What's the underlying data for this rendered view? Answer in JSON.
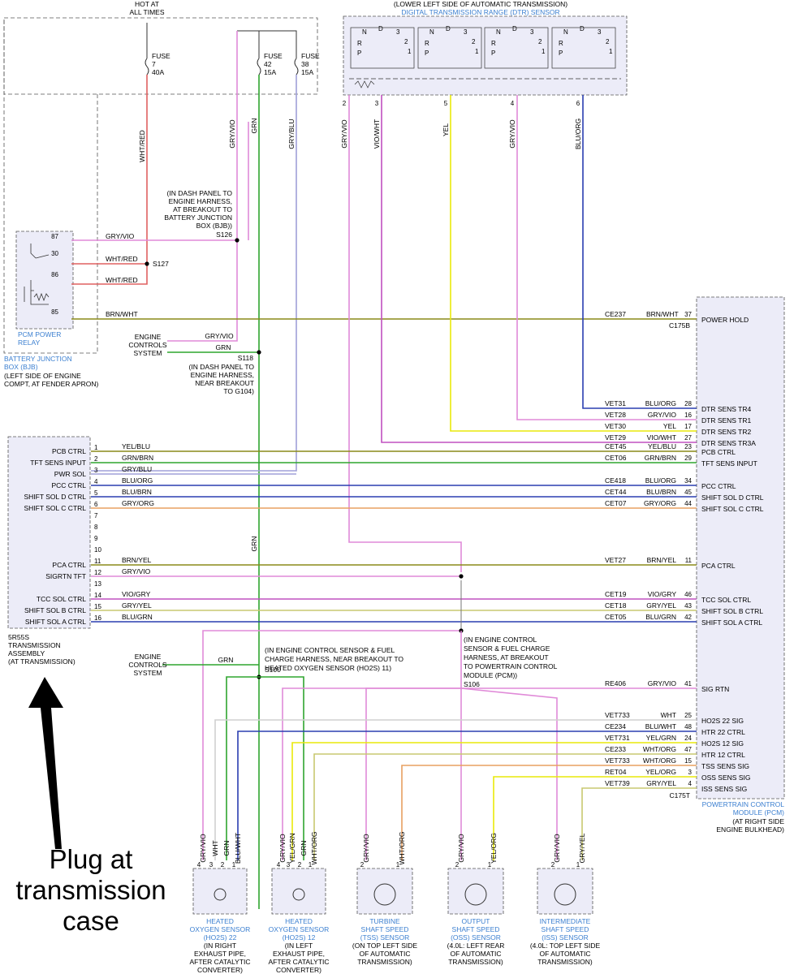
{
  "annotation": {
    "lines": [
      "Plug at",
      "transmission",
      "case"
    ]
  },
  "header": {
    "hot_at": "HOT AT",
    "all_times": "ALL TIMES",
    "dtr_location": "(LOWER LEFT SIDE OF AUTOMATIC TRANSMISSION)",
    "dtr_name": "DIGITAL TRANSMISSION RANGE (DTR) SENSOR"
  },
  "fuses": [
    {
      "label": "FUSE",
      "number": "7",
      "rating": "40A"
    },
    {
      "label": "FUSE",
      "number": "42",
      "rating": "15A"
    },
    {
      "label": "FUSE",
      "number": "38",
      "rating": "15A"
    }
  ],
  "dtr_pins": [
    "2",
    "3",
    "5",
    "4",
    "6"
  ],
  "dtr_letters": [
    "P",
    "R",
    "N",
    "D",
    "3",
    "2",
    "1"
  ],
  "top_wires": [
    "WHT/RED",
    "GRY/VIO",
    "GRN",
    "GRY/BLU",
    "GRY/VIO",
    "VIO/WHT",
    "YEL",
    "GRY/VIO",
    "BLU/ORG"
  ],
  "relay": {
    "pins": [
      "87",
      "30",
      "86",
      "85"
    ],
    "name": [
      "PCM POWER",
      "RELAY"
    ],
    "bjb": "BATTERY JUNCTION",
    "bjb2": "BOX (BJB)",
    "bjb_loc": [
      "(LEFT SIDE OF ENGINE",
      "COMPT, AT FENDER APRON)"
    ],
    "wires": [
      "GRY/VIO",
      "WHT/RED",
      "WHT/RED",
      "BRN/WHT"
    ]
  },
  "splices": {
    "s126": {
      "id": "S126",
      "note": [
        "(IN DASH PANEL TO",
        "ENGINE HARNESS,",
        "AT BREAKOUT TO",
        "BATTERY JUNCTION",
        "BOX (BJB))"
      ]
    },
    "s127": "S127",
    "s118": {
      "id": "S118",
      "note": [
        "(IN DASH PANEL TO",
        "ENGINE HARNESS,",
        "NEAR BREAKOUT",
        "TO G104)"
      ]
    },
    "s100": {
      "id": "S100",
      "note": [
        "(IN ENGINE CONTROL SENSOR & FUEL",
        "CHARGE HARNESS, NEAR BREAKOUT TO",
        "HEATED OXYGEN SENSOR (HO2S) 11)"
      ]
    },
    "s106": {
      "id": "S106",
      "note": [
        "(IN ENGINE CONTROL",
        "SENSOR & FUEL CHARGE",
        "HARNESS, AT BREAKOUT",
        "TO POWERTRAIN CONTROL",
        "MODULE (PCM))"
      ]
    }
  },
  "engine_controls": [
    "ENGINE",
    "CONTROLS",
    "SYSTEM"
  ],
  "engine_wires": [
    "GRY/VIO",
    "GRN"
  ],
  "engine_wire_lower": "GRN",
  "vertical_grn": "GRN",
  "power_hold": {
    "circuit": "CE237",
    "wire": "BRN/WHT",
    "pin": "37",
    "name": "POWER HOLD",
    "connector": "C175B"
  },
  "dtr_rows": [
    {
      "circuit": "VET31",
      "wire": "BLU/ORG",
      "pin": "28",
      "name": "DTR SENS TR4"
    },
    {
      "circuit": "VET28",
      "wire": "GRY/VIO",
      "pin": "16",
      "name": "DTR SENS TR1"
    },
    {
      "circuit": "VET30",
      "wire": "YEL",
      "pin": "17",
      "name": "DTR SENS TR2"
    },
    {
      "circuit": "VET29",
      "wire": "VIO/WHT",
      "pin": "27",
      "name": "DTR SENS TR3A"
    }
  ],
  "trans_rows": [
    {
      "tpin": "1",
      "tname": "PCB CTRL",
      "wire": "YEL/BLU",
      "circuit": "CET45",
      "pwire": "YEL/BLU",
      "ppin": "23",
      "pname": "PCB CTRL"
    },
    {
      "tpin": "2",
      "tname": "TFT SENS INPUT",
      "wire": "GRN/BRN",
      "circuit": "CET06",
      "pwire": "GRN/BRN",
      "ppin": "29",
      "pname": "TFT SENS INPUT"
    },
    {
      "tpin": "3",
      "tname": "PWR SOL",
      "wire": "GRY/BLU",
      "circuit": "",
      "pwire": "",
      "ppin": "",
      "pname": ""
    },
    {
      "tpin": "4",
      "tname": "PCC CTRL",
      "wire": "BLU/ORG",
      "circuit": "CE418",
      "pwire": "BLU/ORG",
      "ppin": "34",
      "pname": "PCC CTRL"
    },
    {
      "tpin": "5",
      "tname": "SHIFT SOL D CTRL",
      "wire": "BLU/BRN",
      "circuit": "CET44",
      "pwire": "BLU/BRN",
      "ppin": "45",
      "pname": "SHIFT SOL D CTRL"
    },
    {
      "tpin": "6",
      "tname": "SHIFT SOL C CTRL",
      "wire": "GRY/ORG",
      "circuit": "CET07",
      "pwire": "GRY/ORG",
      "ppin": "44",
      "pname": "SHIFT SOL C CTRL"
    },
    {
      "tpin": "7",
      "tname": "",
      "wire": "",
      "circuit": "",
      "pwire": "",
      "ppin": "",
      "pname": ""
    },
    {
      "tpin": "8",
      "tname": "",
      "wire": "",
      "circuit": "",
      "pwire": "",
      "ppin": "",
      "pname": ""
    },
    {
      "tpin": "9",
      "tname": "",
      "wire": "",
      "circuit": "",
      "pwire": "",
      "ppin": "",
      "pname": ""
    },
    {
      "tpin": "10",
      "tname": "",
      "wire": "",
      "circuit": "",
      "pwire": "",
      "ppin": "",
      "pname": ""
    },
    {
      "tpin": "11",
      "tname": "PCA CTRL",
      "wire": "BRN/YEL",
      "circuit": "VET27",
      "pwire": "BRN/YEL",
      "ppin": "11",
      "pname": "PCA CTRL"
    },
    {
      "tpin": "12",
      "tname": "SIGRTN TFT",
      "wire": "GRY/VIO",
      "circuit": "",
      "pwire": "",
      "ppin": "",
      "pname": ""
    },
    {
      "tpin": "13",
      "tname": "",
      "wire": "",
      "circuit": "",
      "pwire": "",
      "ppin": "",
      "pname": ""
    },
    {
      "tpin": "14",
      "tname": "TCC SOL CTRL",
      "wire": "VIO/GRY",
      "circuit": "CET19",
      "pwire": "VIO/GRY",
      "ppin": "46",
      "pname": "TCC SOL CTRL"
    },
    {
      "tpin": "15",
      "tname": "SHIFT SOL B CTRL",
      "wire": "GRY/YEL",
      "circuit": "CET18",
      "pwire": "GRY/YEL",
      "ppin": "43",
      "pname": "SHIFT SOL B CTRL"
    },
    {
      "tpin": "16",
      "tname": "SHIFT SOL A CTRL",
      "wire": "BLU/GRN",
      "circuit": "CET05",
      "pwire": "BLU/GRN",
      "ppin": "42",
      "pname": "SHIFT SOL A CTRL"
    }
  ],
  "transmission": [
    "5R55S",
    "TRANSMISSION",
    "ASSEMBLY",
    "(AT TRANSMISSION)"
  ],
  "sig_rtn": {
    "circuit": "RE406",
    "wire": "GRY/VIO",
    "pin": "41",
    "name": "SIG RTN"
  },
  "sensor_rows": [
    {
      "circuit": "VET733",
      "wire": "WHT",
      "pin": "25",
      "name": "HO2S 22 SIG"
    },
    {
      "circuit": "CE234",
      "wire": "BLU/WHT",
      "pin": "48",
      "name": "HTR 22 CTRL"
    },
    {
      "circuit": "VET731",
      "wire": "YEL/GRN",
      "pin": "24",
      "name": "HO2S 12 SIG"
    },
    {
      "circuit": "CE233",
      "wire": "WHT/ORG",
      "pin": "47",
      "name": "HTR 12 CTRL"
    },
    {
      "circuit": "VET733",
      "wire": "WHT/ORG",
      "pin": "15",
      "name": "TSS SENS SIG"
    },
    {
      "circuit": "RET04",
      "wire": "YEL/ORG",
      "pin": "3",
      "name": "OSS SENS SIG"
    },
    {
      "circuit": "VET739",
      "wire": "GRY/YEL",
      "pin": "4",
      "name": "ISS SENS SIG"
    }
  ],
  "connector_t": "C175T",
  "pcm": [
    "POWERTRAIN CONTROL",
    "MODULE (PCM)",
    "(AT RIGHT SIDE",
    "ENGINE BULKHEAD)"
  ],
  "sensors": [
    {
      "wires": [
        "GRY/VIO",
        "WHT",
        "GRN",
        "BLU/WHT"
      ],
      "pins": [
        "4",
        "3",
        "2",
        "1"
      ],
      "name": [
        "HEATED",
        "OXYGEN SENSOR",
        "(HO2S) 22"
      ],
      "loc": [
        "(IN RIGHT",
        "EXHAUST PIPE,",
        "AFTER CATALYTIC",
        "CONVERTER)"
      ]
    },
    {
      "wires": [
        "GRY/VIO",
        "YEL/GRN",
        "GRN",
        "WHT/ORG"
      ],
      "pins": [
        "4",
        "3",
        "2",
        "1"
      ],
      "name": [
        "HEATED",
        "OXYGEN SENSOR",
        "(HO2S) 12"
      ],
      "loc": [
        "(IN LEFT",
        "EXHAUST PIPE,",
        "AFTER CATALYTIC",
        "CONVERTER)"
      ]
    },
    {
      "wires": [
        "GRY/VIO",
        "WHT/ORG"
      ],
      "pins": [
        "2",
        "1"
      ],
      "name": [
        "TURBINE",
        "SHAFT SPEED",
        "(TSS) SENSOR"
      ],
      "loc": [
        "(ON TOP LEFT SIDE",
        "OF AUTOMATIC",
        "TRANSMISSION)"
      ]
    },
    {
      "wires": [
        "GRY/VIO",
        "YEL/ORG"
      ],
      "pins": [
        "2",
        "1"
      ],
      "name": [
        "OUTPUT",
        "SHAFT SPEED",
        "(OSS) SENSOR"
      ],
      "loc": [
        "(4.0L: LEFT REAR",
        "OF AUTOMATIC",
        "TRANSMISSION)"
      ]
    },
    {
      "wires": [
        "GRY/VIO",
        "GRY/YEL"
      ],
      "pins": [
        "2",
        "1"
      ],
      "name": [
        "INTERMEDIATE",
        "SHAFT SPEED",
        "(ISS) SENSOR"
      ],
      "loc": [
        "(4.0L: TOP LEFT SIDE",
        "OF AUTOMATIC",
        "TRANSMISSION)"
      ]
    }
  ],
  "colors": {
    "pink": "#e08ad8",
    "green": "#2fa52f",
    "yellow": "#e9e90a",
    "blue": "#2a3eb0",
    "olive": "#8a8a18",
    "orange": "#e8a060",
    "red": "#e06060",
    "gray": "#a0a0d8",
    "violet": "#c050c0",
    "light_olive": "#c8c870",
    "wht": "#d0d0d0",
    "module_fill": "#ececf8"
  }
}
